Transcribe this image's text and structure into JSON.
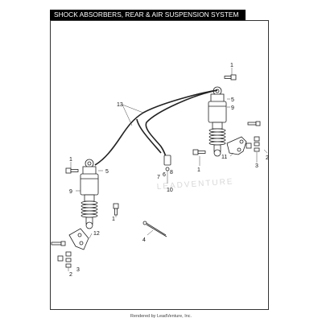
{
  "title": "SHOCK ABSORBERS, REAR & AIR SUSPENSION SYSTEM",
  "footer": "Rendered by LeadVenture, Inc.",
  "watermark": "LEADVENTURE",
  "callouts": [
    {
      "id": "c1a",
      "text": "1"
    },
    {
      "id": "c5a",
      "text": "5"
    },
    {
      "id": "c9a",
      "text": "9"
    },
    {
      "id": "c13",
      "text": "13"
    },
    {
      "id": "c1b",
      "text": "1"
    },
    {
      "id": "c5b",
      "text": "5"
    },
    {
      "id": "c9b",
      "text": "9"
    },
    {
      "id": "c7",
      "text": "7"
    },
    {
      "id": "c6",
      "text": "6"
    },
    {
      "id": "c8",
      "text": "8"
    },
    {
      "id": "c10",
      "text": "10"
    },
    {
      "id": "c1c",
      "text": "1"
    },
    {
      "id": "c11",
      "text": "11"
    },
    {
      "id": "c3a",
      "text": "3"
    },
    {
      "id": "c2a",
      "text": "2"
    },
    {
      "id": "c1d",
      "text": "1"
    },
    {
      "id": "c4",
      "text": "4"
    },
    {
      "id": "c12",
      "text": "12"
    },
    {
      "id": "c2b",
      "text": "2"
    },
    {
      "id": "c3b",
      "text": "3"
    }
  ]
}
